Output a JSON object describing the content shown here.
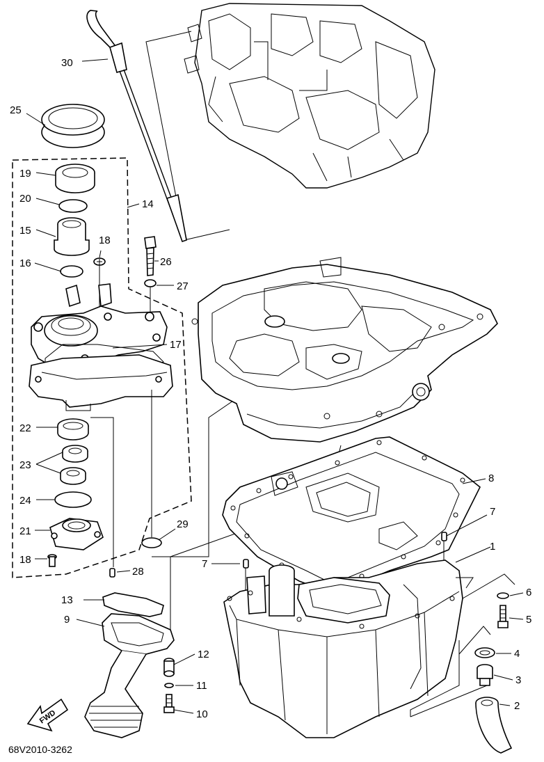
{
  "callouts": {
    "c1": "1",
    "c2": "2",
    "c3": "3",
    "c4": "4",
    "c5": "5",
    "c6": "6",
    "c7a": "7",
    "c7b": "7",
    "c8": "8",
    "c9": "9",
    "c10": "10",
    "c11": "11",
    "c12": "12",
    "c13": "13",
    "c14": "14",
    "c15": "15",
    "c16": "16",
    "c17": "17",
    "c18a": "18",
    "c18b": "18",
    "c19": "19",
    "c20": "20",
    "c21": "21",
    "c22": "22",
    "c23": "23",
    "c24": "24",
    "c25": "25",
    "c26": "26",
    "c27": "27",
    "c28": "28",
    "c29": "29",
    "c30": "30"
  },
  "arrow_label": "FWD",
  "diagram_code": "68V2010-3262"
}
